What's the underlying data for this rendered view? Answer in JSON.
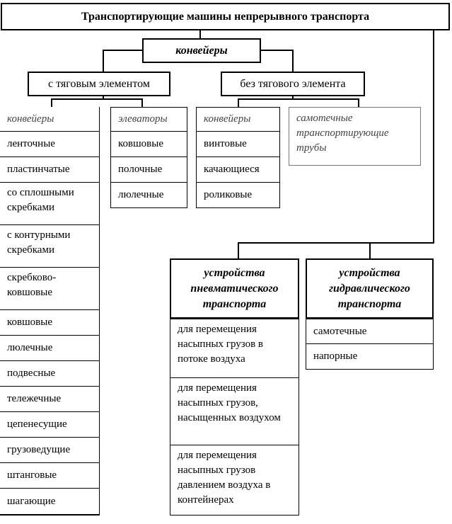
{
  "title": "Транспортирующие машины непрерывного транспорта",
  "conveyors": "конвейеры",
  "with_traction": "с тяговым элементом",
  "without_traction": "без тягового элемента",
  "col1": {
    "head": "конвейеры",
    "items": [
      "ленточные",
      "пластинчатые",
      "со сплошными скребками",
      "с контурными скребками",
      "скребково-ковшовые",
      "ковшовые",
      "люлечные",
      "подвесные",
      "тележечные",
      "цепенесущие",
      "грузоведущие",
      "штанговые",
      "шагающие"
    ]
  },
  "col2": {
    "head": "элеваторы",
    "items": [
      "ковшовые",
      "полочные",
      "люлечные"
    ]
  },
  "col3": {
    "head": "конвейеры",
    "items": [
      "винтовые",
      "качающиеся",
      "роликовые"
    ]
  },
  "col4": {
    "head": "самотечные транспортирующие трубы"
  },
  "pneumatic": {
    "head": "устройства пневматического транспорта",
    "items": [
      "для перемещения насыпных грузов в потоке воздуха",
      "для перемещения насыпных грузов, насыщенных воздухом",
      "для перемещения насыпных грузов давлением воздуха в контейнерах"
    ]
  },
  "hydraulic": {
    "head": "устройства гидравлического транспорта",
    "items": [
      "самотечные",
      "напорные"
    ]
  }
}
